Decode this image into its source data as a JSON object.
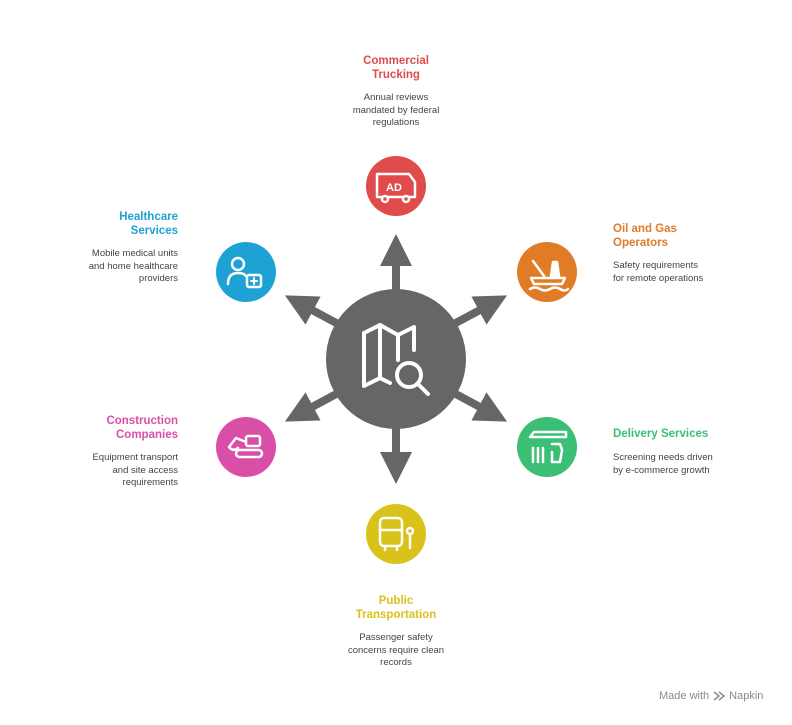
{
  "nodes": [
    {
      "id": "commercial-trucking",
      "title": "Commercial\nTrucking",
      "description": "Annual reviews\nmandated by federal\nregulations",
      "color": "#e04b4b",
      "icon": "truck-icon"
    },
    {
      "id": "oil-and-gas",
      "title": "Oil and Gas\nOperators",
      "description": "Safety requirements\nfor remote operations",
      "color": "#e07b26",
      "icon": "oil-rig-icon"
    },
    {
      "id": "delivery-services",
      "title": "Delivery Services",
      "description": "Screening needs driven\nby e-commerce growth",
      "color": "#3bbf75",
      "icon": "package-delivery-icon"
    },
    {
      "id": "public-transportation",
      "title": "Public\nTransportation",
      "description": "Passenger safety\nconcerns require clean\nrecords",
      "color": "#d9c21a",
      "icon": "bus-icon"
    },
    {
      "id": "construction-companies",
      "title": "Construction\nCompanies",
      "description": "Equipment transport\nand site access\nrequirements",
      "color": "#d94fa8",
      "icon": "excavator-icon"
    },
    {
      "id": "healthcare-services",
      "title": "Healthcare\nServices",
      "description": "Mobile medical units\nand home healthcare\nproviders",
      "color": "#1ea2d6",
      "icon": "medical-worker-icon"
    }
  ],
  "hub": {
    "icon": "map-search-icon",
    "color": "#666666"
  },
  "footer": {
    "made_with": "Made with",
    "brand": "Napkin"
  }
}
